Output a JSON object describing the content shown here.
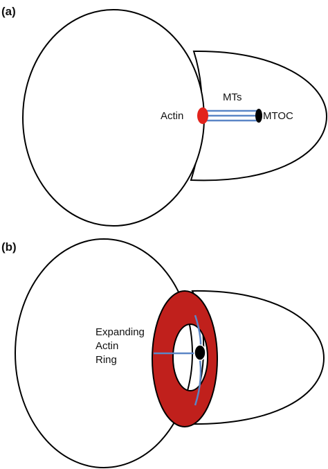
{
  "panels": {
    "a": {
      "label": "(a)",
      "actin_label": "Actin",
      "mts_label": "MTs",
      "mtoc_label": "MTOC"
    },
    "b": {
      "label": "(b)",
      "ring_label_line1": "Expanding",
      "ring_label_line2": "Actin",
      "ring_label_line3": "Ring"
    }
  },
  "colors": {
    "outline": "#000000",
    "actin_red": "#c0201c",
    "microtubule_blue": "#5b86c6",
    "mtoc_black": "#000000",
    "background": "#ffffff"
  }
}
